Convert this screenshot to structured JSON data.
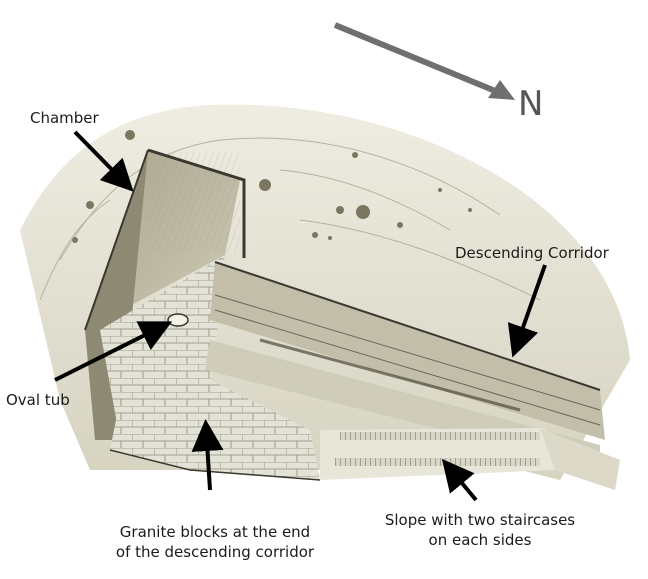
{
  "compass": {
    "label": "N",
    "arrow_color": "#6f6f6f"
  },
  "labels": {
    "chamber": "Chamber",
    "descending_corridor": "Descending Corridor",
    "oval_tub": "Oval tub",
    "granite_line1": "Granite blocks at the end",
    "granite_line2": "of the descending corridor",
    "slope_line1": "Slope with two staircases",
    "slope_line2": "on each sides"
  },
  "colors": {
    "rock": "#e6e4d5",
    "rock_shade": "#c9c6b1",
    "wall_dark": "#8f8b77",
    "floor": "#dcdbcd",
    "ink": "#3a382f"
  }
}
